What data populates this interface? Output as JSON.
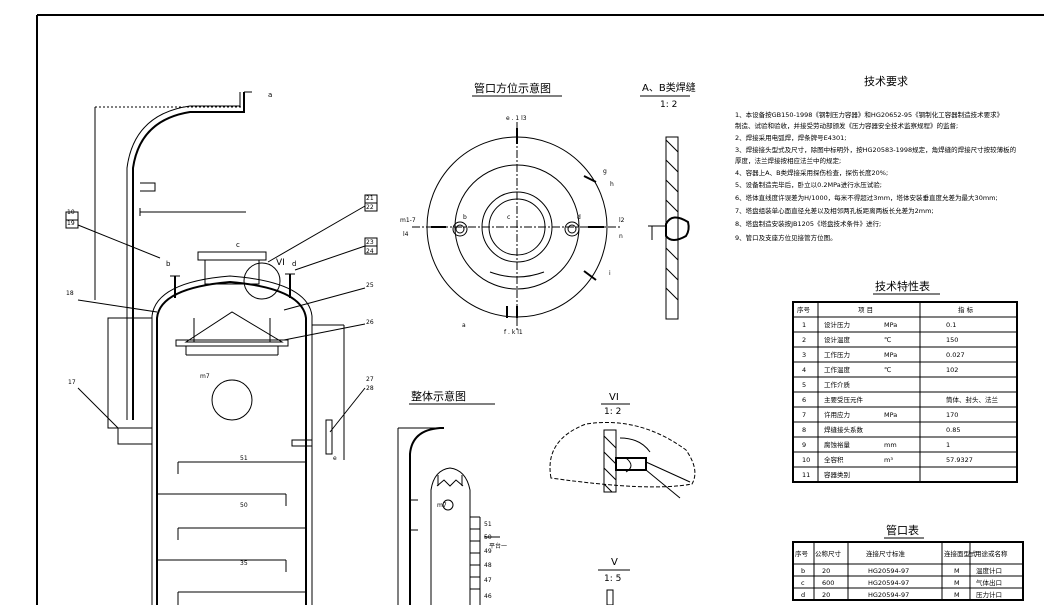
{
  "views": {
    "orientation_title": "管口方位示意图",
    "weld_title": "A、B类焊缝",
    "weld_scale": "1: 2",
    "overall_title": "整体示意图",
    "detail_vi_title": "VI",
    "detail_vi_scale": "1: 2",
    "detail_v_title": "V",
    "detail_v_scale": "1: 5"
  },
  "orientation_labels": {
    "top": "e . 1 l3",
    "g": "g",
    "h": "h",
    "left": "m1-7",
    "left2": "l4",
    "b": "b",
    "c": "c",
    "d": "d",
    "right": "l2",
    "right2": "n",
    "i": "i",
    "a": "a",
    "bottom": "f . k l1"
  },
  "main_labels": {
    "a": "a",
    "b": "b",
    "c": "c",
    "d": "d",
    "vi": "VI",
    "p10": "10",
    "p19": "19",
    "p18": "18",
    "p21": "21",
    "p22": "22",
    "p23": "23",
    "p24": "24",
    "p25": "25",
    "p26": "26",
    "p17": "17",
    "p27": "27",
    "p28": "28",
    "m7": "m7",
    "e": "e",
    "tray51": "51",
    "tray50": "50",
    "tray35": "35"
  },
  "overall_labels": {
    "m7": "m7",
    "trays": [
      "51",
      "50",
      "49",
      "48",
      "47",
      "46"
    ],
    "platform": "平台一"
  },
  "tech": {
    "title": "技术要求",
    "lines": [
      "1、本设备按GB150-1998《钢制压力容器》和HG20652-95《钢制化工容器制造技术要求》",
      "   制造、试验和验收，并接受劳动部颁发《压力容器安全技术监察规程》的监督;",
      "2、焊接采用电弧焊，焊条牌号E4301;",
      "3、焊接接头型式及尺寸，除图中标明外，按HG20583-1998规定，角焊缝的焊接尺寸按较薄板的",
      "   厚度，法兰焊接按相应法兰中的规定;",
      "4、容器上A、B类焊接采用探伤检查，探伤长度20%;",
      "5、设备制造完毕后，卧立以0.2MPa进行水压试验;",
      "6、塔体直线度许误差为H/1000，每米不得超过3mm，塔体安装垂直度允差为最大30mm;",
      "7、塔盘组装单心面直径允差以及相邻两孔板距离两板长允差为2mm;",
      "8、塔盘制造安装按JB1205《塔盘技术条件》进行;",
      "9、管口及支座方位见接管方位图。"
    ]
  },
  "specs": {
    "title": "技术特性表",
    "headers": [
      "序号",
      "项  目",
      "指  标"
    ],
    "rows": [
      [
        "1",
        "设计压力",
        "MPa",
        "0.1"
      ],
      [
        "2",
        "设计温度",
        "℃",
        "150"
      ],
      [
        "3",
        "工作压力",
        "MPa",
        "0.027"
      ],
      [
        "4",
        "工作温度",
        "℃",
        "102"
      ],
      [
        "5",
        "工作介质",
        "",
        ""
      ],
      [
        "6",
        "主要受压元件",
        "",
        "筒体、封头、法兰"
      ],
      [
        "7",
        "许用应力",
        "MPa",
        "170"
      ],
      [
        "8",
        "焊缝接头系数",
        "",
        "0.85"
      ],
      [
        "9",
        "腐蚀裕量",
        "mm",
        "1"
      ],
      [
        "10",
        "全容积",
        "m³",
        "57.9327"
      ],
      [
        "11",
        "容器类别",
        "",
        ""
      ]
    ]
  },
  "nozzles": {
    "title": "管口表",
    "headers": [
      "序号",
      "公称尺寸",
      "连接尺寸标准",
      "连接面型式",
      "用途或名称"
    ],
    "rows": [
      [
        "b",
        "20",
        "HG20594-97",
        "M",
        "温度计口"
      ],
      [
        "c",
        "600",
        "HG20594-97",
        "M",
        "气体出口"
      ],
      [
        "d",
        "20",
        "HG20594-97",
        "M",
        "压力计口"
      ]
    ]
  }
}
